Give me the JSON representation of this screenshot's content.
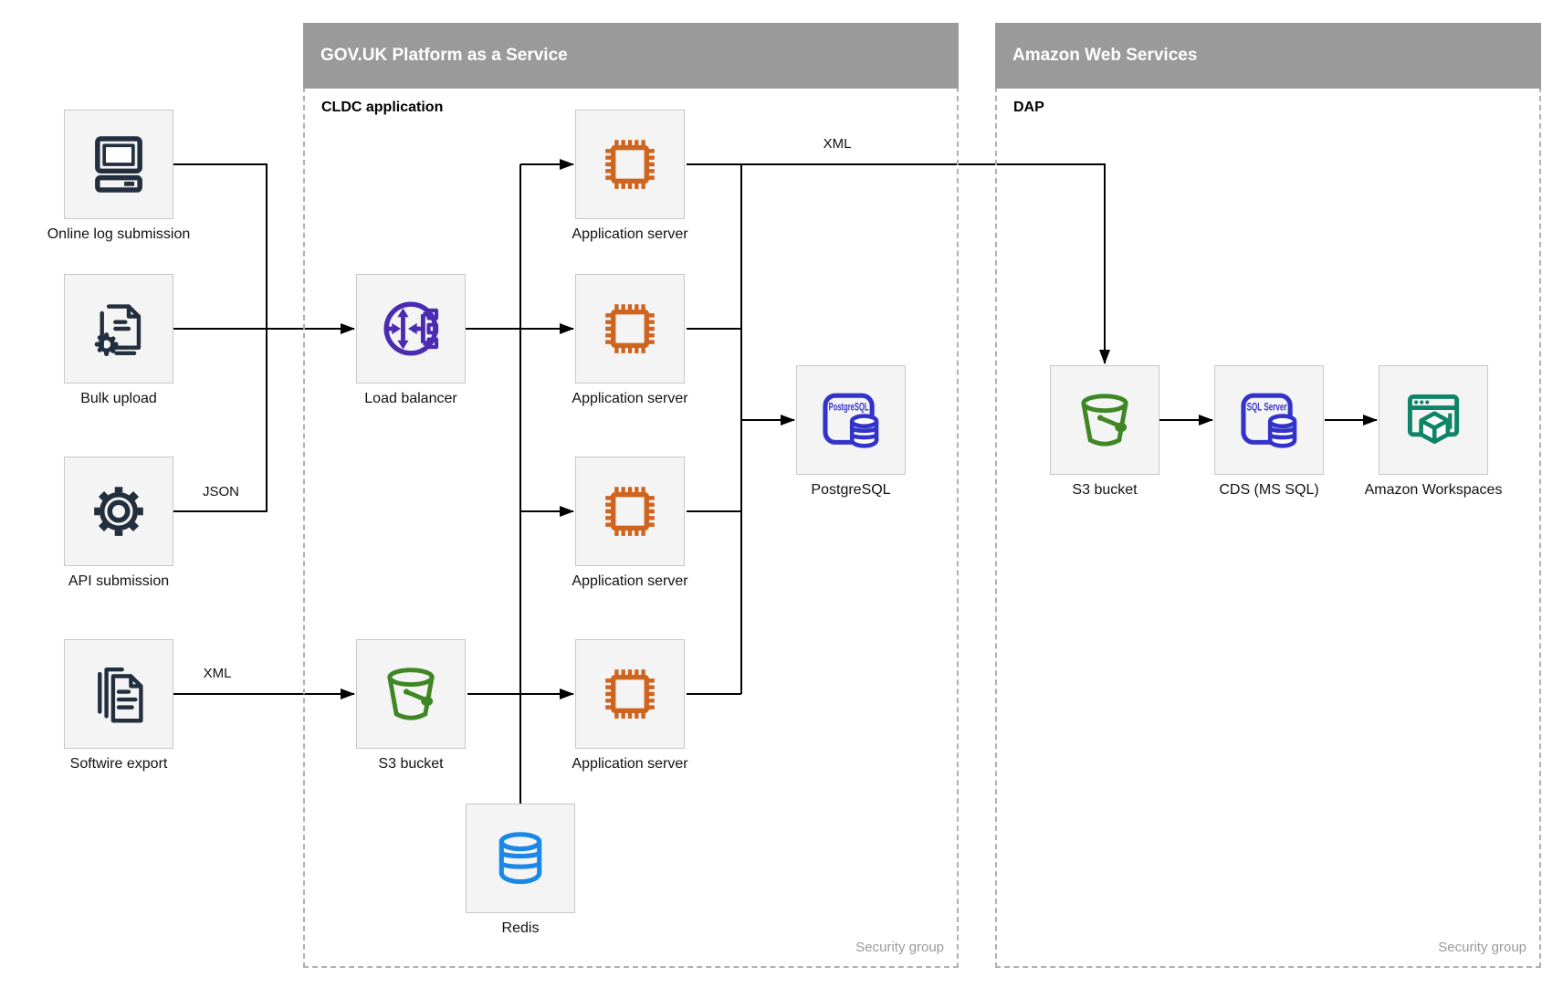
{
  "containers": {
    "govuk": {
      "title": "GOV.UK Platform as a Service",
      "sublabel": "CLDC application",
      "footer": "Security group"
    },
    "aws": {
      "title": "Amazon Web Services",
      "sublabel": "DAP",
      "footer": "Security group"
    }
  },
  "nodes": {
    "online_log": {
      "label": "Online log submission"
    },
    "bulk_upload": {
      "label": "Bulk upload"
    },
    "api_submission": {
      "label": "API submission"
    },
    "softwire_export": {
      "label": "Softwire export"
    },
    "load_balancer": {
      "label": "Load balancer"
    },
    "s3_govuk": {
      "label": "S3 bucket"
    },
    "redis": {
      "label": "Redis"
    },
    "app_server_1": {
      "label": "Application server"
    },
    "app_server_2": {
      "label": "Application server"
    },
    "app_server_3": {
      "label": "Application server"
    },
    "app_server_4": {
      "label": "Application server"
    },
    "postgresql": {
      "label": "PostgreSQL"
    },
    "s3_aws": {
      "label": "S3 bucket"
    },
    "cds": {
      "label": "CDS (MS SQL)"
    },
    "workspaces": {
      "label": "Amazon Workspaces"
    }
  },
  "icon_texts": {
    "postgresql": "PostgreSQL",
    "sql_server": "SQL Server"
  },
  "edge_labels": {
    "api_json": "JSON",
    "softwire_xml": "XML",
    "app_to_aws_xml": "XML"
  },
  "colors": {
    "canvas_bg": "#ffffff",
    "header_bg": "#9a9a9a",
    "header_text": "#ffffff",
    "node_bg": "#f4f4f4",
    "node_border": "#c8c8c8",
    "container_border": "#b0b0b0",
    "edge": "#000000",
    "label_text": "#111111",
    "muted_text": "#9b9b9b",
    "dark": "#232f3e",
    "orange": "#ce641e",
    "purple": "#4c2bb3",
    "green": "#3f8624",
    "indigo": "#3333c9",
    "blue": "#1b87e6",
    "teal": "#0e8568"
  }
}
